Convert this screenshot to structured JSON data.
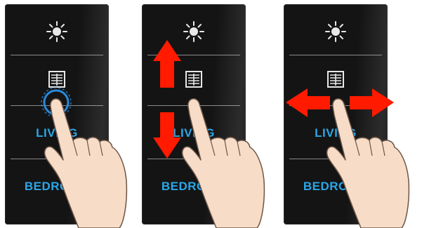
{
  "panels": [
    {
      "gesture": "tap",
      "rooms": [
        "LIVING",
        "BEDROOM"
      ]
    },
    {
      "gesture": "swipe-vertical",
      "rooms": [
        "LIVING",
        "BEDROOM"
      ]
    },
    {
      "gesture": "swipe-horizontal",
      "rooms": [
        "LIVING",
        "BEDROOM"
      ]
    }
  ],
  "icons": {
    "light": "sun-icon",
    "shade": "blind-icon",
    "hand": "pointing-hand-icon",
    "arrow": "arrow-icon"
  },
  "colors": {
    "panel_bg": "#141414",
    "label": "#2aa7e8",
    "arrow": "#ff1a00",
    "tap_ring": "#2a8ad8",
    "skin": "#f7dcc7"
  }
}
